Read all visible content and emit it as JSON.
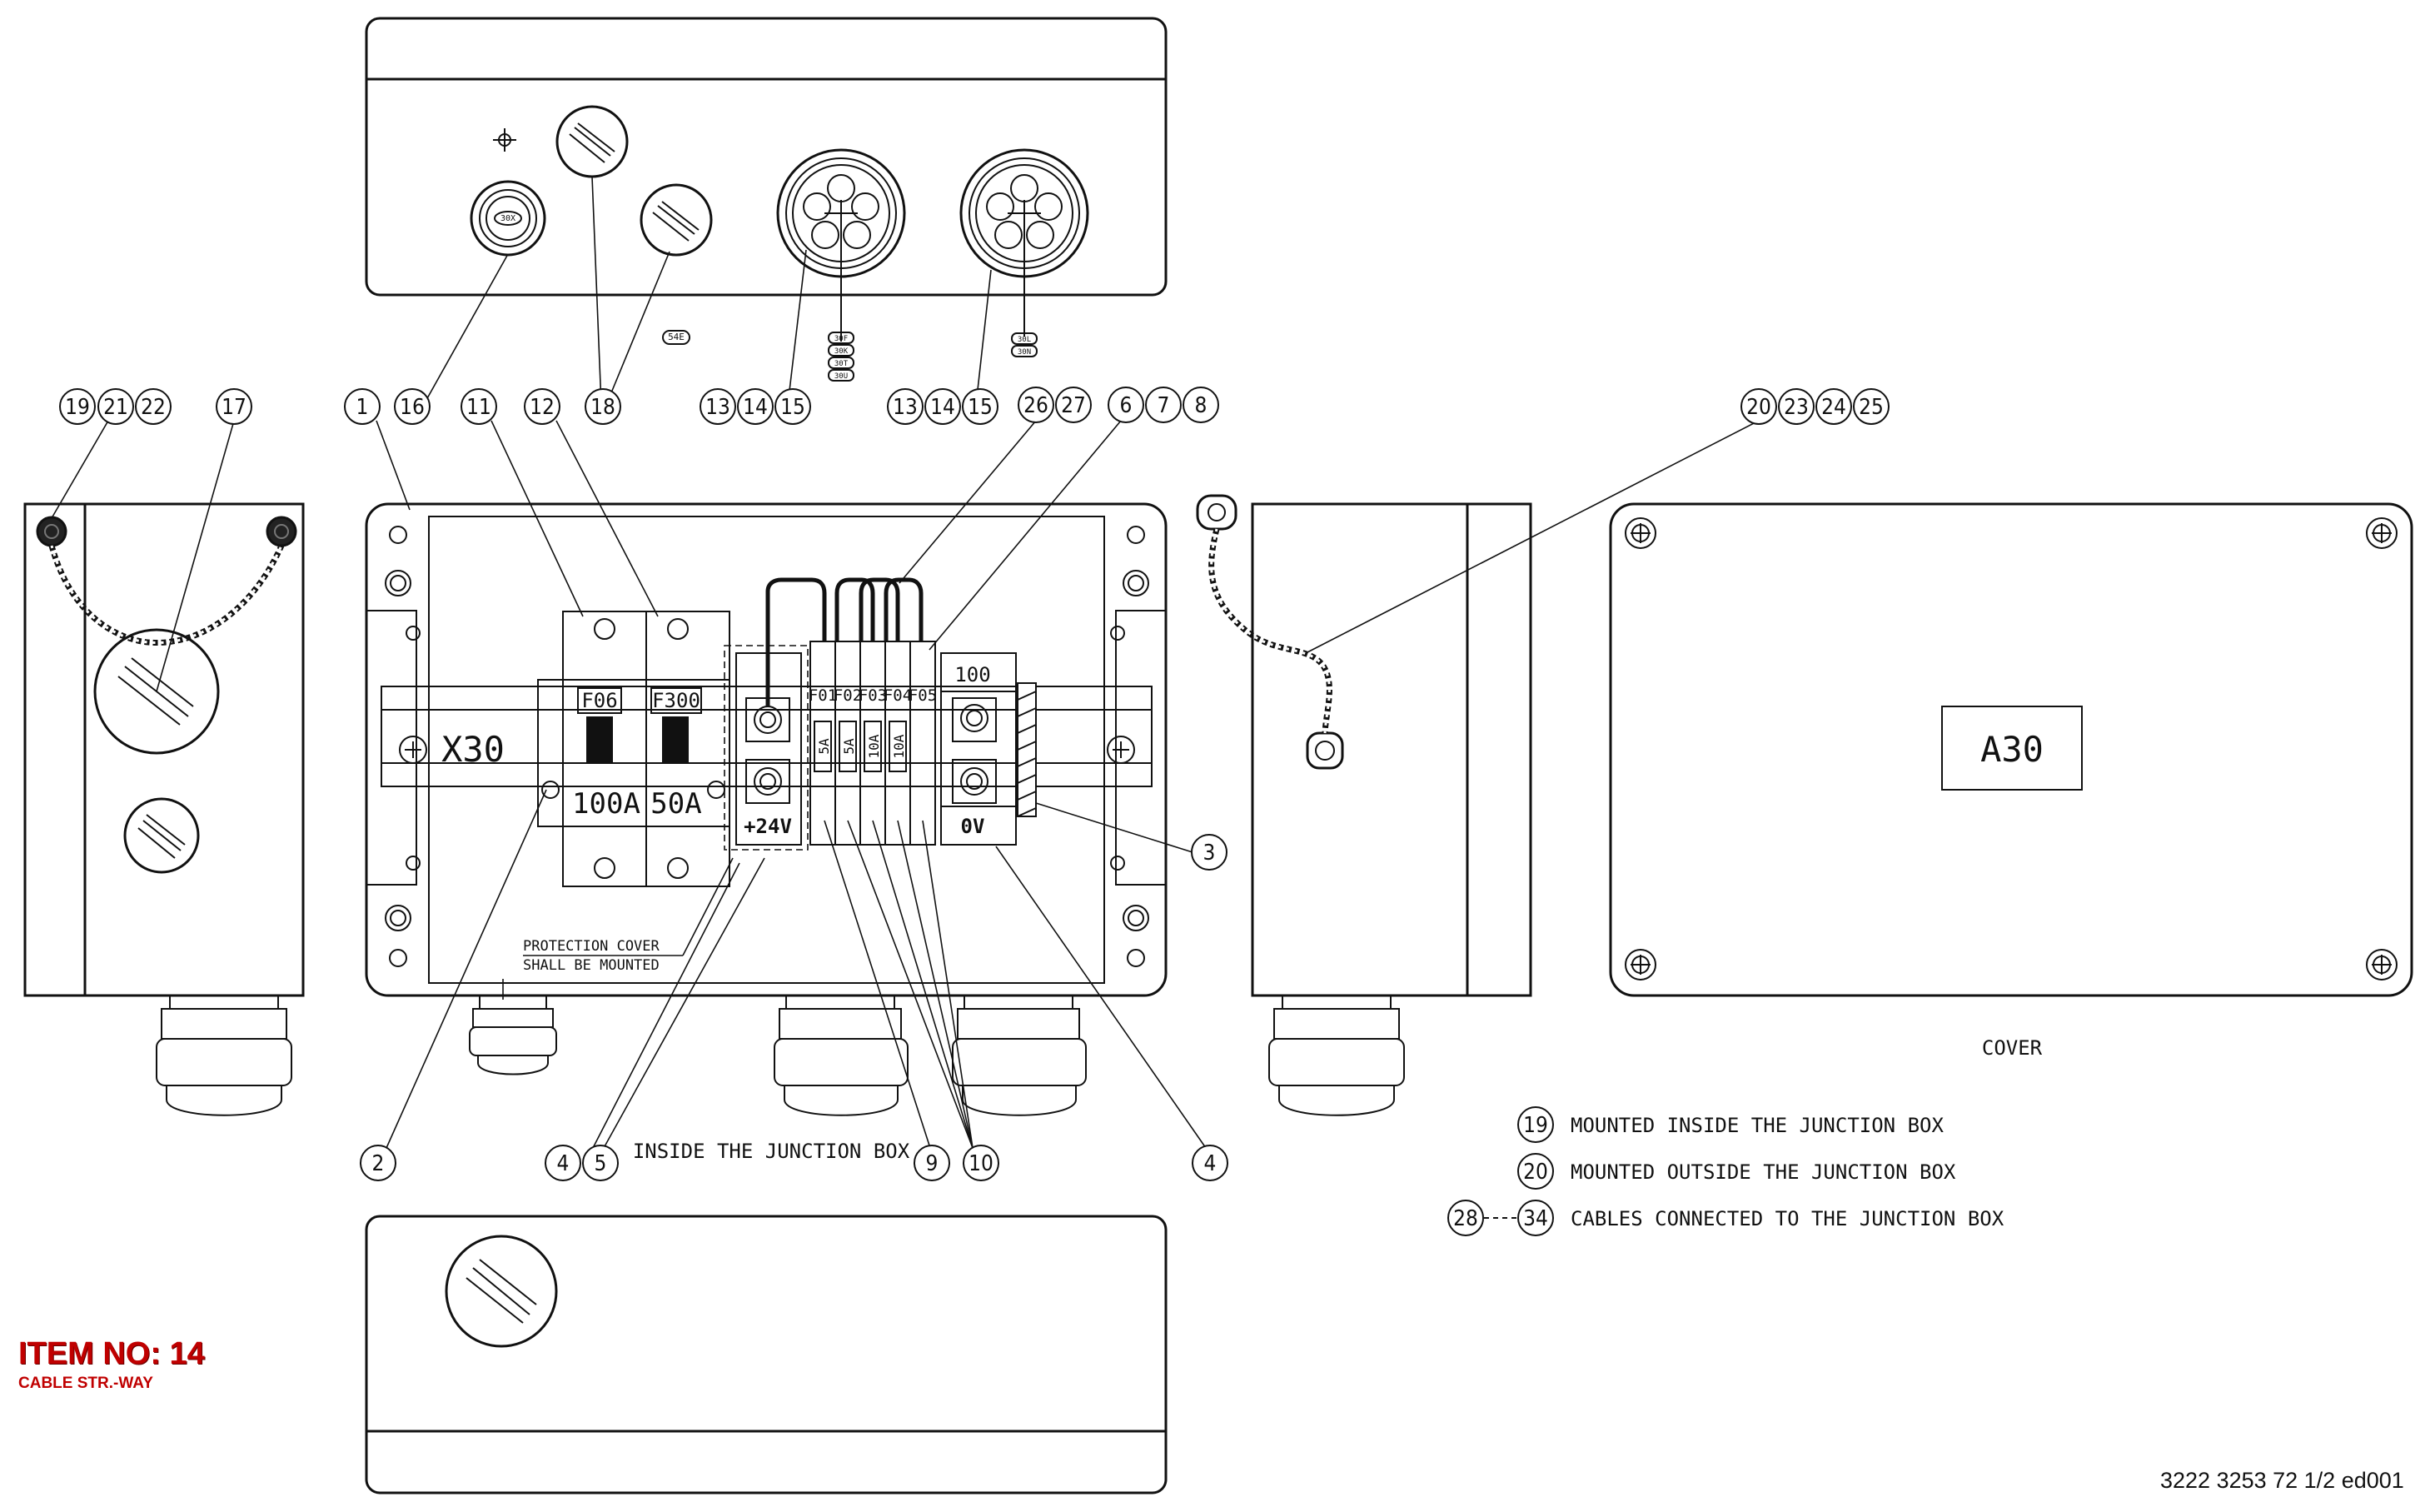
{
  "labels": {
    "strip_x30": "X30",
    "breaker_1_code": "F06",
    "breaker_1_rating": "100A",
    "breaker_2_code": "F300",
    "breaker_2_rating": "50A",
    "fuse_codes": [
      "F01",
      "F02",
      "F03",
      "F04",
      "F05"
    ],
    "fuse_ratings": [
      "5A",
      "5A",
      "10A",
      "10A"
    ],
    "terminal_100": "100",
    "terminal_plus24v": "+24V",
    "terminal_0v": "0V",
    "cover_label": "A30",
    "cover_caption": "COVER",
    "inside_caption": "INSIDE THE JUNCTION BOX",
    "protection_line_1": "PROTECTION COVER",
    "protection_line_2": "SHALL BE MOUNTED",
    "gland_small_label": "30X",
    "tag_54e": "54E",
    "gland_1_tags": [
      "30F",
      "30K",
      "30T",
      "30U"
    ],
    "gland_2_tags": [
      "30L",
      "30N"
    ]
  },
  "balloons": {
    "row_top": [
      "19",
      "21",
      "22",
      "17",
      "1",
      "16",
      "11",
      "12",
      "18",
      "13",
      "14",
      "15",
      "13",
      "14",
      "15",
      "26",
      "27",
      "6",
      "7",
      "8",
      "20",
      "23",
      "24",
      "25"
    ],
    "right_side": "3",
    "row_bottom": [
      "2",
      "4",
      "5",
      "9",
      "10",
      "4"
    ]
  },
  "legend": [
    {
      "num": "19",
      "text": "MOUNTED INSIDE THE JUNCTION BOX"
    },
    {
      "num": "20",
      "text": "MOUNTED OUTSIDE THE JUNCTION BOX"
    },
    {
      "num": "28",
      "num_end": "34",
      "text": "CABLES CONNECTED TO THE JUNCTION BOX"
    }
  ],
  "item": {
    "number": "ITEM NO: 14",
    "subtitle": "CABLE STR.-WAY"
  },
  "doc_ref": "3222 3253 72 1/2 ed001",
  "colors": {
    "line": "#111111",
    "item_red": "#c00000",
    "background": "#ffffff"
  }
}
